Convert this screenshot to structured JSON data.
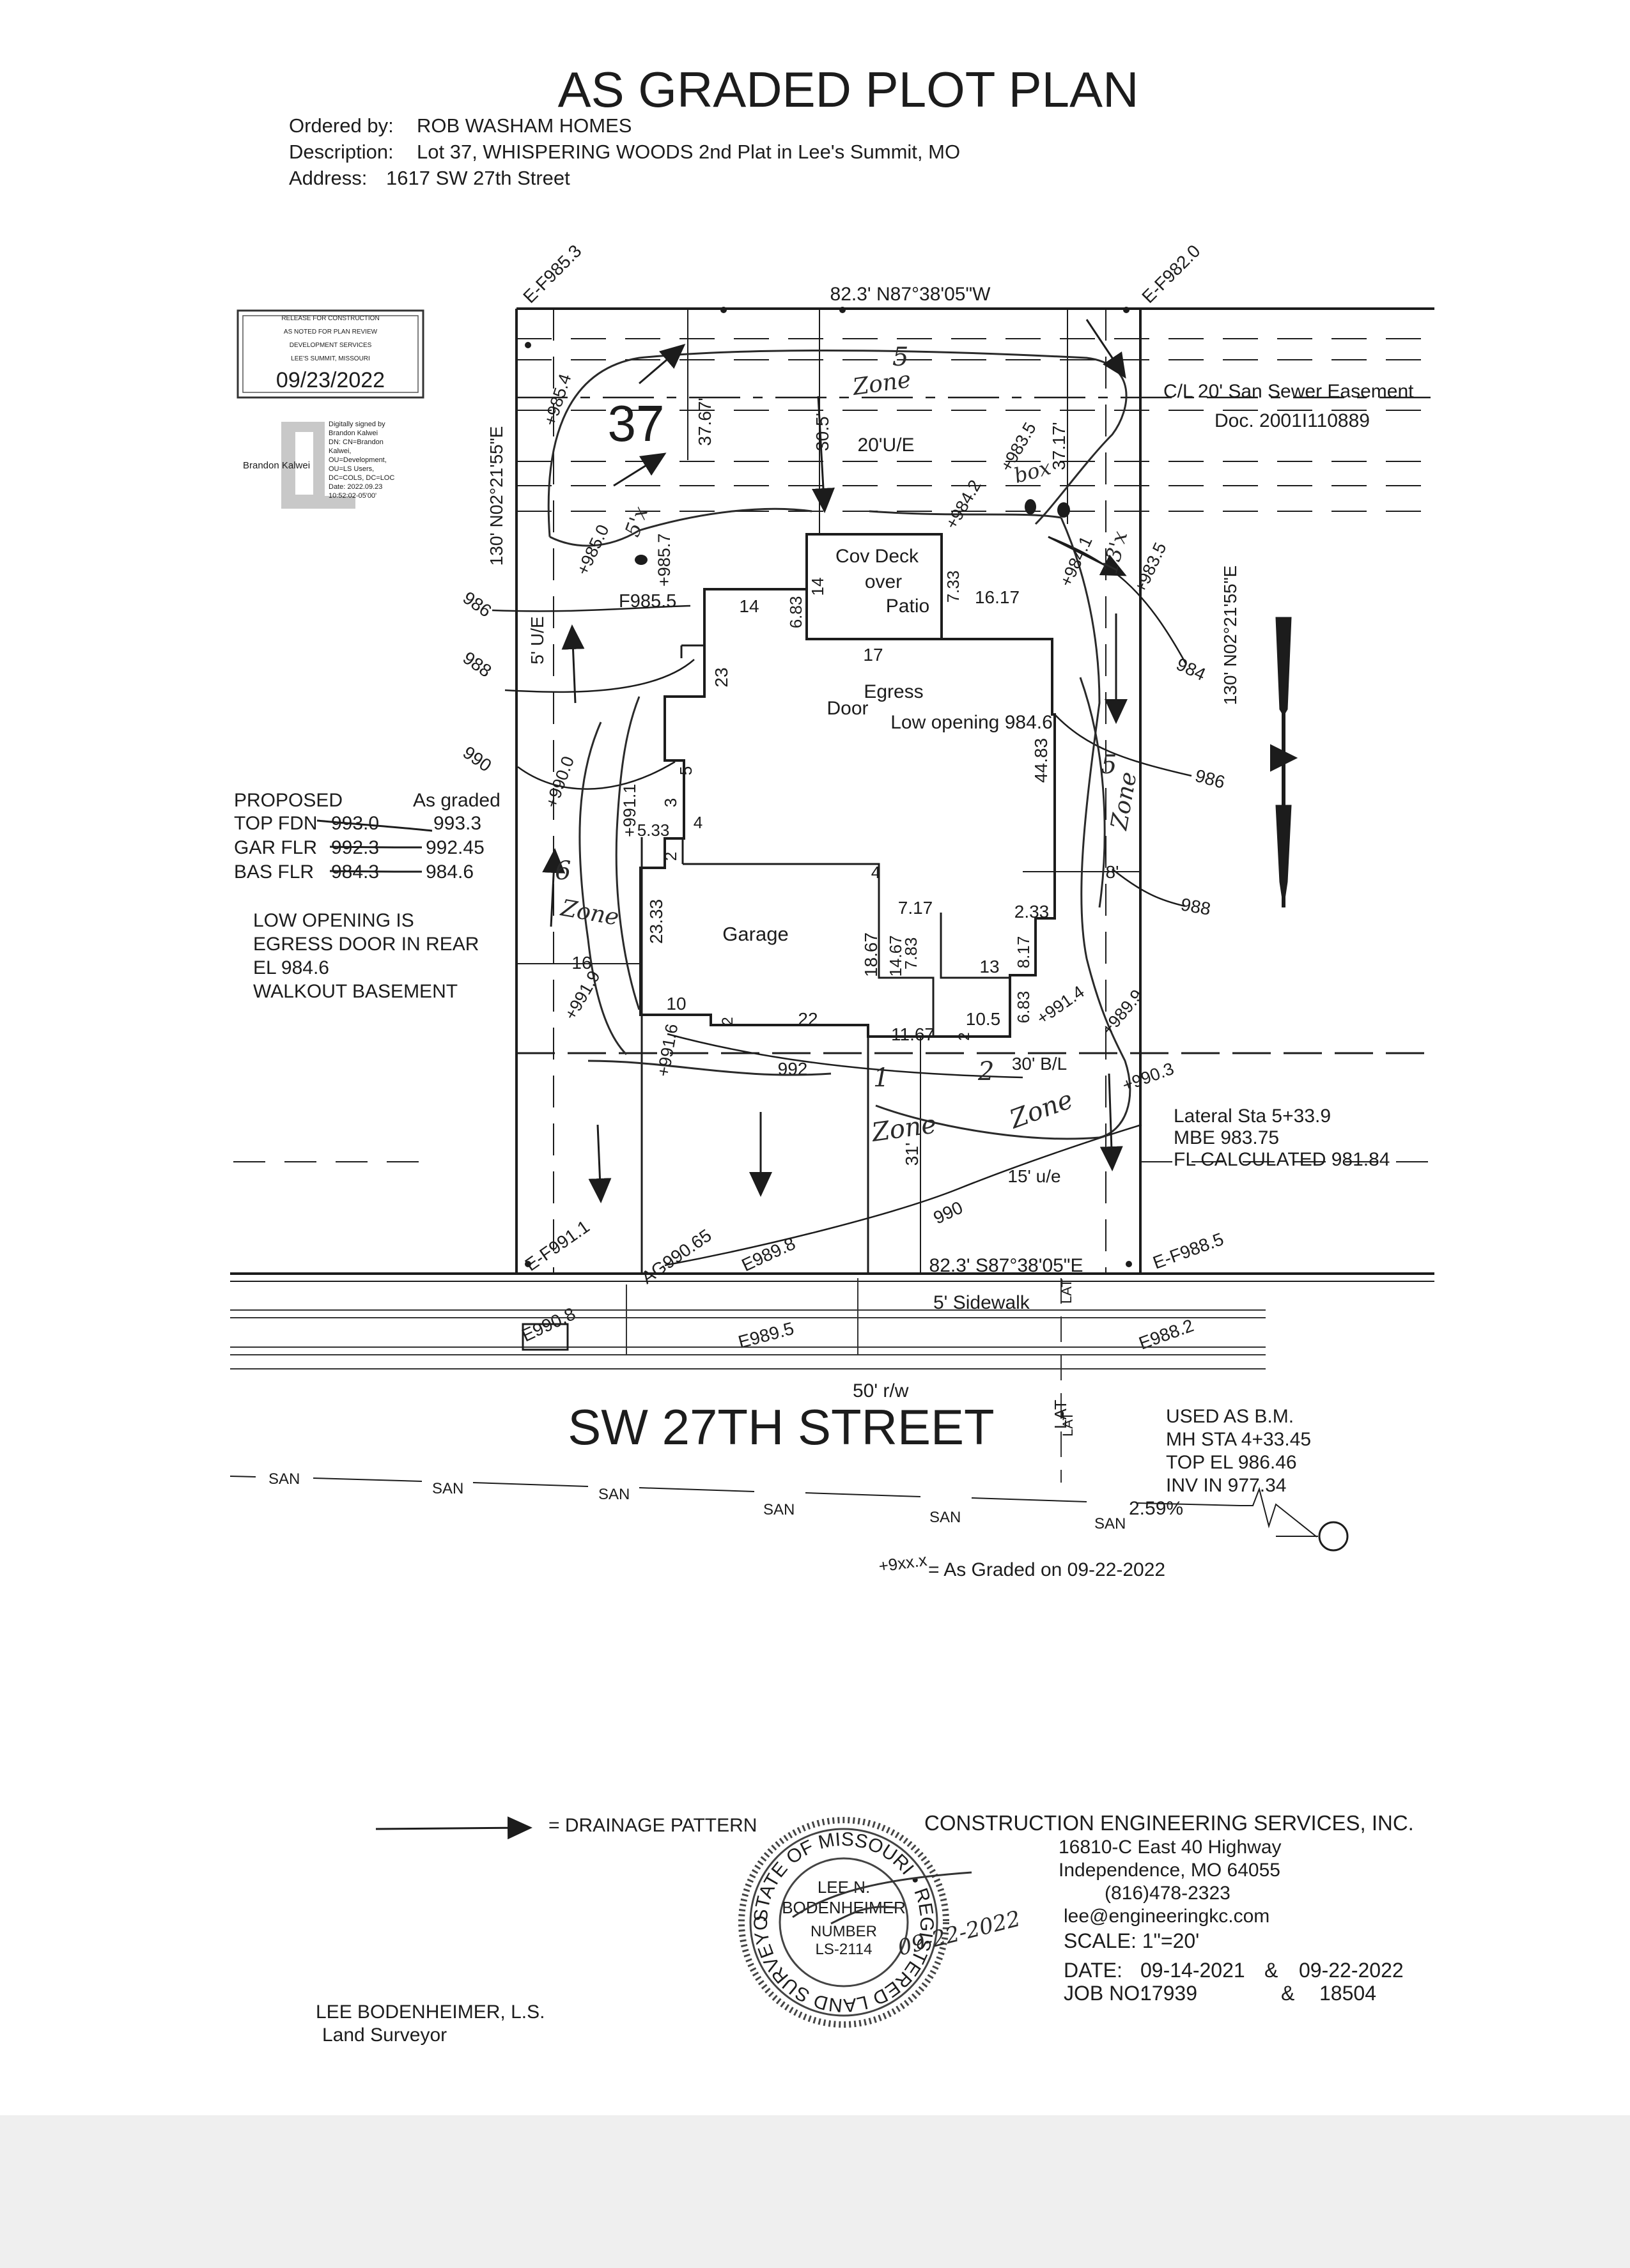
{
  "header": {
    "title": "AS GRADED PLOT PLAN",
    "ordered_by_label": "Ordered by:",
    "ordered_by": "ROB WASHAM HOMES",
    "description_label": "Description:",
    "description": "Lot 37, WHISPERING WOODS 2nd Plat in Lee's Summit, MO",
    "address_label": "Address:",
    "address": "1617 SW 27th Street"
  },
  "release_stamp": {
    "lines": [
      "RELEASE FOR CONSTRUCTION",
      "AS NOTED FOR PLAN REVIEW",
      "DEVELOPMENT SERVICES",
      "LEE'S SUMMIT, MISSOURI"
    ],
    "date": "09/23/2022"
  },
  "digital_signature": {
    "signer": "Brandon Kalwei",
    "lines": [
      "Digitally signed by",
      "Brandon Kalwei",
      "DN: CN=Brandon",
      "Kalwei,",
      "OU=Development,",
      "OU=LS Users,",
      "DC=COLS, DC=LOC",
      "Date: 2022.09.23",
      "10:52:02-05'00'"
    ]
  },
  "lot": {
    "number": "37",
    "boundary_top": "82.3' N87°38'05\"W",
    "boundary_bottom": "82.3' S87°38'05\"E",
    "boundary_left": "130' N02°21'55\"E",
    "boundary_right": "130' N02°21'55\"E",
    "corner_nw": "E-F985.3",
    "corner_ne": "E-F982.0",
    "corner_sw": "E-F991.1",
    "corner_se": "E-F988.5",
    "easement_rear": "20'U/E",
    "easement_side": "5' U/E",
    "easement_front": "15' u/e",
    "building_line": "30' B/L",
    "sewer_easement_line1": "C/L 20' San Sewer Easement",
    "sewer_easement_line2": "Doc. 2001I110889",
    "setbacks": {
      "rear_left": "37.67'",
      "rear_mid": "30.5'",
      "rear_right": "37.17'",
      "front": "31'",
      "side_right": "8'"
    }
  },
  "house": {
    "deck_line1": "Cov Deck",
    "deck_line2": "over",
    "deck_line3": "Patio",
    "garage": "Garage",
    "egress_line1": "Egress",
    "egress_line2": "Door",
    "egress_line3": "Low opening 984.6",
    "dims": {
      "d14a": "14",
      "d683": "6.83",
      "d14b": "14",
      "d733": "7.33",
      "d1617": "16.17",
      "d17": "17",
      "d23": "23",
      "d4483": "44.83",
      "d5": "5",
      "d3": "3",
      "d533": "5.33",
      "d4a": "4",
      "d2a": "2",
      "d4b": "4",
      "d717": "7.17",
      "d233": "2.33",
      "d2333": "23.33",
      "d1867": "18.67",
      "d1467": "14.67",
      "d783": "7.83",
      "d13": "13",
      "d817": "8.17",
      "d683b": "6.83",
      "d16": "16",
      "d10": "10",
      "d2b": "2",
      "d22": "22",
      "d1167": "11.67",
      "d2c": "2",
      "d105": "10.5"
    }
  },
  "elevations": {
    "e9854": "+985.4",
    "e9850": "+985.0",
    "e9857": "+985.7",
    "f9855": "F985.5",
    "e9835a": "+983.5",
    "e9842": "+984.2",
    "e9841": "+984.1",
    "e9835b": "+983.5",
    "e9900": "+990.0",
    "e9911": "+991.1",
    "e9919": "+991.9",
    "e9914": "+991.4",
    "e9899": "+989.9",
    "e9903": "+990.3",
    "e9916": "+991.6",
    "ag": "AG990.65",
    "e9898": "E989.8",
    "e9908": "E990.8",
    "e9895": "E989.5",
    "e9882": "E988.2"
  },
  "contours": {
    "c986a": "986",
    "c988a": "988",
    "c990a": "990",
    "c984": "984",
    "c986b": "986",
    "c988b": "988",
    "c990b": "990",
    "c992": "992"
  },
  "zones": {
    "z5": "5",
    "z5b": "Zone",
    "z5c": "5",
    "z5d": "Zone",
    "z13": "13'x",
    "z6": "6",
    "z6b": "Zone",
    "z1": "1",
    "z1b": "Zone",
    "z2": "2",
    "z2b": "Zone",
    "b5": "5'x",
    "box": "box"
  },
  "grades": {
    "col_proposed": "PROPOSED",
    "col_graded": "As graded",
    "rows": [
      {
        "label": "TOP FDN",
        "proposed": "993.0",
        "graded": "993.3"
      },
      {
        "label": "GAR FLR",
        "proposed": "992.3",
        "graded": "992.45"
      },
      {
        "label": "BAS FLR",
        "proposed": "984.3",
        "graded": "984.6"
      }
    ]
  },
  "low_opening_note": [
    "LOW OPENING IS",
    "EGRESS DOOR IN REAR",
    "EL 984.6",
    "WALKOUT BASEMENT"
  ],
  "lateral": {
    "line1": "Lateral Sta 5+33.9",
    "line2": "MBE 983.75",
    "line3": "FL CALCULATED 981.84"
  },
  "street": {
    "name": "SW 27TH STREET",
    "sidewalk": "5' Sidewalk",
    "row": "50' r/w",
    "lat": "LAT",
    "san": "SAN",
    "slope": "2.59%"
  },
  "benchmark": {
    "lines": [
      "USED AS B.M.",
      "MH STA 4+33.45",
      "TOP EL 986.46",
      "INV IN 977.34"
    ]
  },
  "graded_legend": {
    "symbol": "+9xx.x",
    "text": "= As Graded on 09-22-2022"
  },
  "drainage_legend": "= DRAINAGE PATTERN",
  "company": {
    "name": "CONSTRUCTION ENGINEERING SERVICES, INC.",
    "address1": "16810-C East 40 Highway",
    "address2": "Independence, MO 64055",
    "phone": "(816)478-2323",
    "email": "lee@engineeringkc.com",
    "scale": "SCALE: 1\"=20'",
    "date_label": "DATE:",
    "date1": "09-14-2021",
    "amp": "&",
    "date2": "09-22-2022",
    "job_label": "JOB NO:",
    "job1": "17939",
    "job2": "18504"
  },
  "seal": {
    "ring": "STATE OF MISSOURI • REGISTERED LAND SURVEYOR",
    "name1": "LEE N.",
    "name2": "BODENHEIMER",
    "number_label": "NUMBER",
    "number": "LS-2114",
    "sign_date": "09-22-2022"
  },
  "surveyor": {
    "name": "LEE BODENHEIMER, L.S.",
    "title": "Land Surveyor"
  }
}
